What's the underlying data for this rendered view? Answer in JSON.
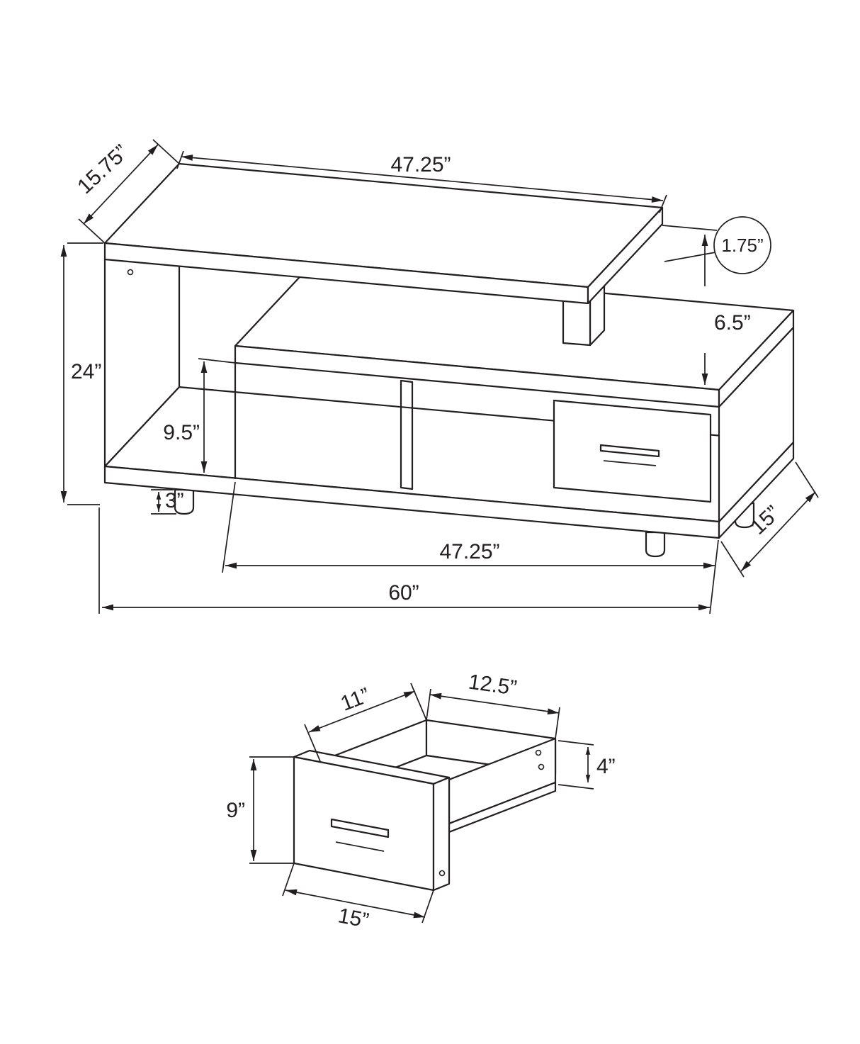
{
  "colors": {
    "line": "#231f20",
    "background": "#ffffff"
  },
  "tv_stand": {
    "labels": {
      "top_depth": "15.75”",
      "top_width": "47.25”",
      "shelf_thickness": "1.75”",
      "shelf_gap": "6.5”",
      "overall_height": "24”",
      "opening_height": "9.5”",
      "leg_height": "3”",
      "cabinet_width": "47.25”",
      "depth": "15”",
      "overall_width": "60”"
    }
  },
  "drawer": {
    "labels": {
      "side_depth": "11”",
      "back_width": "12.5”",
      "front_height": "9”",
      "side_height": "4”",
      "front_width": "15”"
    }
  }
}
